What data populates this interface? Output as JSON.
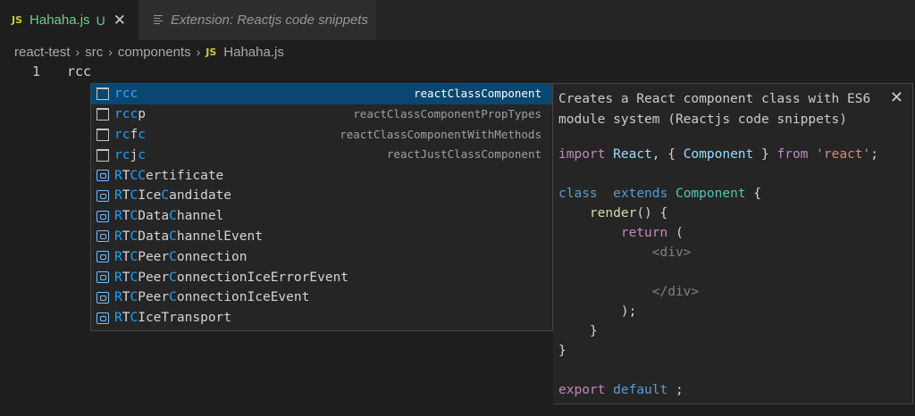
{
  "tabs": [
    {
      "badge": "JS",
      "title": "Hahaha.js",
      "status": "U",
      "close": "✕"
    },
    {
      "title": "Extension: Reactjs code snippets"
    }
  ],
  "breadcrumb": {
    "items": [
      "react-test",
      "src",
      "components"
    ],
    "file_badge": "JS",
    "file": "Hahaha.js",
    "separator": "›"
  },
  "editor": {
    "line_number": "1",
    "code": "rcc"
  },
  "suggestions": [
    {
      "pre": "",
      "hl": "rcc",
      "post": "",
      "detail": "reactClassComponent",
      "kind": "snippet",
      "selected": true
    },
    {
      "pre": "",
      "hl": "rcc",
      "post": "p",
      "detail": "reactClassComponentPropTypes",
      "kind": "snippet"
    },
    {
      "pre": "",
      "hl": "rc",
      "post": "f",
      "hl2": "c",
      "detail": "reactClassComponentWithMethods",
      "kind": "snippet"
    },
    {
      "pre": "",
      "hl": "rc",
      "post": "j",
      "hl2": "c",
      "detail": "reactJustClassComponent",
      "kind": "snippet"
    },
    {
      "label": "RTCCertificate",
      "kind": "variable"
    },
    {
      "label": "RTCIceCandidate",
      "kind": "variable"
    },
    {
      "label": "RTCDataChannel",
      "kind": "variable"
    },
    {
      "label": "RTCDataChannelEvent",
      "kind": "variable"
    },
    {
      "label": "RTCPeerConnection",
      "kind": "variable"
    },
    {
      "label": "RTCPeerConnectionIceErrorEvent",
      "kind": "variable"
    },
    {
      "label": "RTCPeerConnectionIceEvent",
      "kind": "variable"
    },
    {
      "label": "RTCIceTransport",
      "kind": "variable"
    }
  ],
  "docs": {
    "description": "Creates a React component class with ES6 module system (Reactjs code snippets)",
    "close": "✕",
    "code": {
      "import_kw": "import",
      "react": "React",
      "component": "Component",
      "from_kw": "from",
      "module": "'react'",
      "class_kw": "class",
      "extends_kw": "extends",
      "render": "render",
      "return_kw": "return",
      "div_open": "<div>",
      "div_close": "</div>",
      "export_kw": "export",
      "default_kw": "default"
    }
  },
  "colors": {
    "background": "#1e1e1e",
    "selection": "#094771",
    "match_highlight": "#18a3ff",
    "untracked": "#73c991",
    "js_badge": "#cbcb41"
  }
}
